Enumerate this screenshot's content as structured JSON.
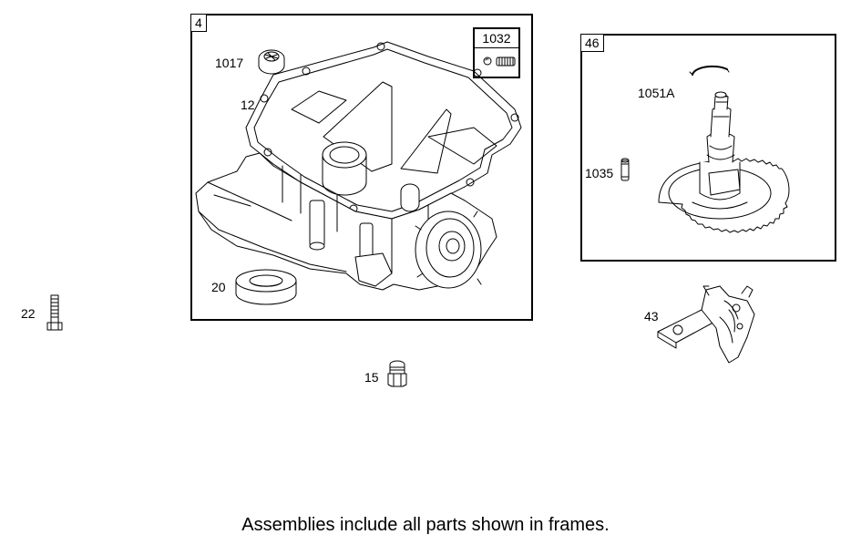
{
  "frames": {
    "sump_assembly": {
      "label": "4"
    },
    "check_valve_kit": {
      "label": "1032"
    },
    "cam_assembly": {
      "label": "46"
    }
  },
  "callouts": {
    "p1017": "1017",
    "p12": "12",
    "p20": "20",
    "p22": "22",
    "p15": "15",
    "p1051a": "1051A",
    "p1035": "1035",
    "p43": "43"
  },
  "footer": {
    "note": "Assemblies include all parts shown in frames."
  }
}
